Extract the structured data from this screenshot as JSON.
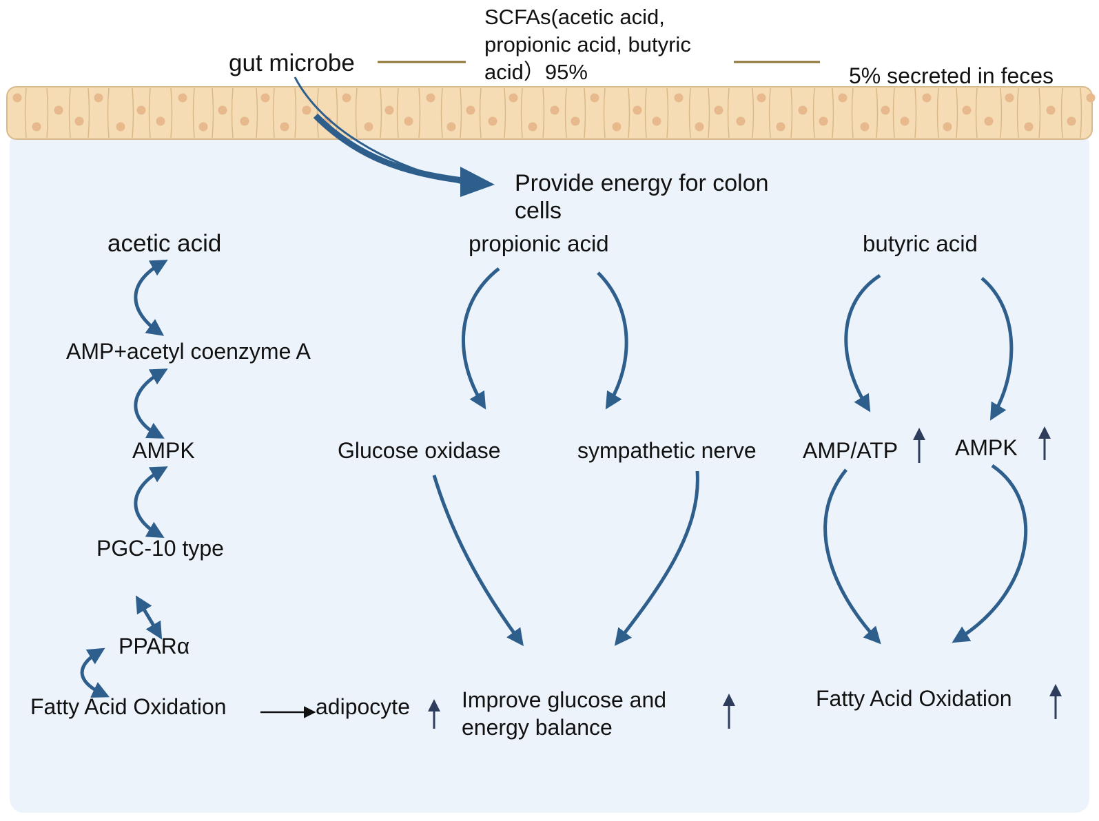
{
  "top": {
    "gut_microbe": "gut microbe",
    "scfa_line1": "SCFAs(acetic acid,",
    "scfa_line2": "propionic acid, butyric",
    "scfa_line3": "acid）95%",
    "feces": "5% secreted in feces",
    "colon_line1": "Provide energy for colon",
    "colon_line2": "cells"
  },
  "acetic": {
    "title": "acetic acid",
    "step1": "AMP+acetyl coenzyme A",
    "step2": "AMPK",
    "step3": "PGC-10 type",
    "step4": "PPARα",
    "step5": "Fatty Acid Oxidation",
    "result": "adipocyte"
  },
  "propionic": {
    "title": "propionic acid",
    "left": "Glucose oxidase",
    "right": "sympathetic nerve",
    "result_line1": "Improve glucose and",
    "result_line2": "energy balance"
  },
  "butyric": {
    "title": "butyric acid",
    "left": "AMP/ATP",
    "right": "AMPK",
    "result": "Fatty Acid Oxidation"
  },
  "colors": {
    "epithelium": "#f5dcb4",
    "epithelium_border": "#d9b98a",
    "nucleus": "#e8b98c",
    "lumen": "#ecf3fb",
    "arrow": "#2d5e8c",
    "connector": "#8f7434",
    "up_arrow": "#2f3d5c"
  }
}
